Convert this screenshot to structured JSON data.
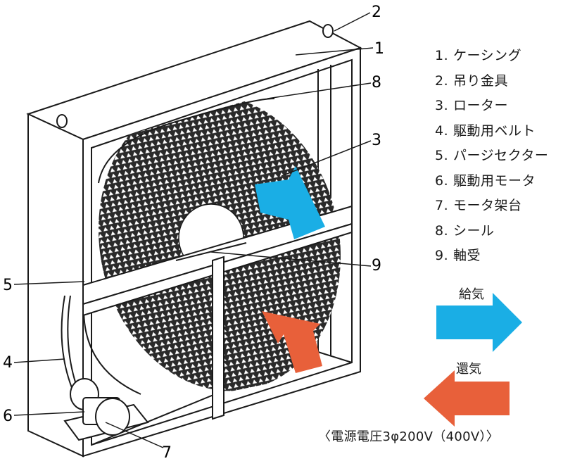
{
  "callouts": [
    "1",
    "2",
    "3",
    "4",
    "5",
    "6",
    "7",
    "8",
    "9"
  ],
  "legend": [
    {
      "num": "1.",
      "label": "ケーシング"
    },
    {
      "num": "2.",
      "label": "吊り金具"
    },
    {
      "num": "3.",
      "label": "ローター"
    },
    {
      "num": "4.",
      "label": "駆動用ベルト"
    },
    {
      "num": "5.",
      "label": "パージセクター"
    },
    {
      "num": "6.",
      "label": "駆動用モータ"
    },
    {
      "num": "7.",
      "label": "モータ架台"
    },
    {
      "num": "8.",
      "label": "シール"
    },
    {
      "num": "9.",
      "label": "軸受"
    }
  ],
  "flows": {
    "supply": {
      "label": "給気",
      "color": "#1aaee5"
    },
    "return": {
      "label": "還気",
      "color": "#e8603a"
    }
  },
  "voltage_note": "〈電源電圧3φ200V（400V）〉",
  "line_color": "#1a1a1a"
}
